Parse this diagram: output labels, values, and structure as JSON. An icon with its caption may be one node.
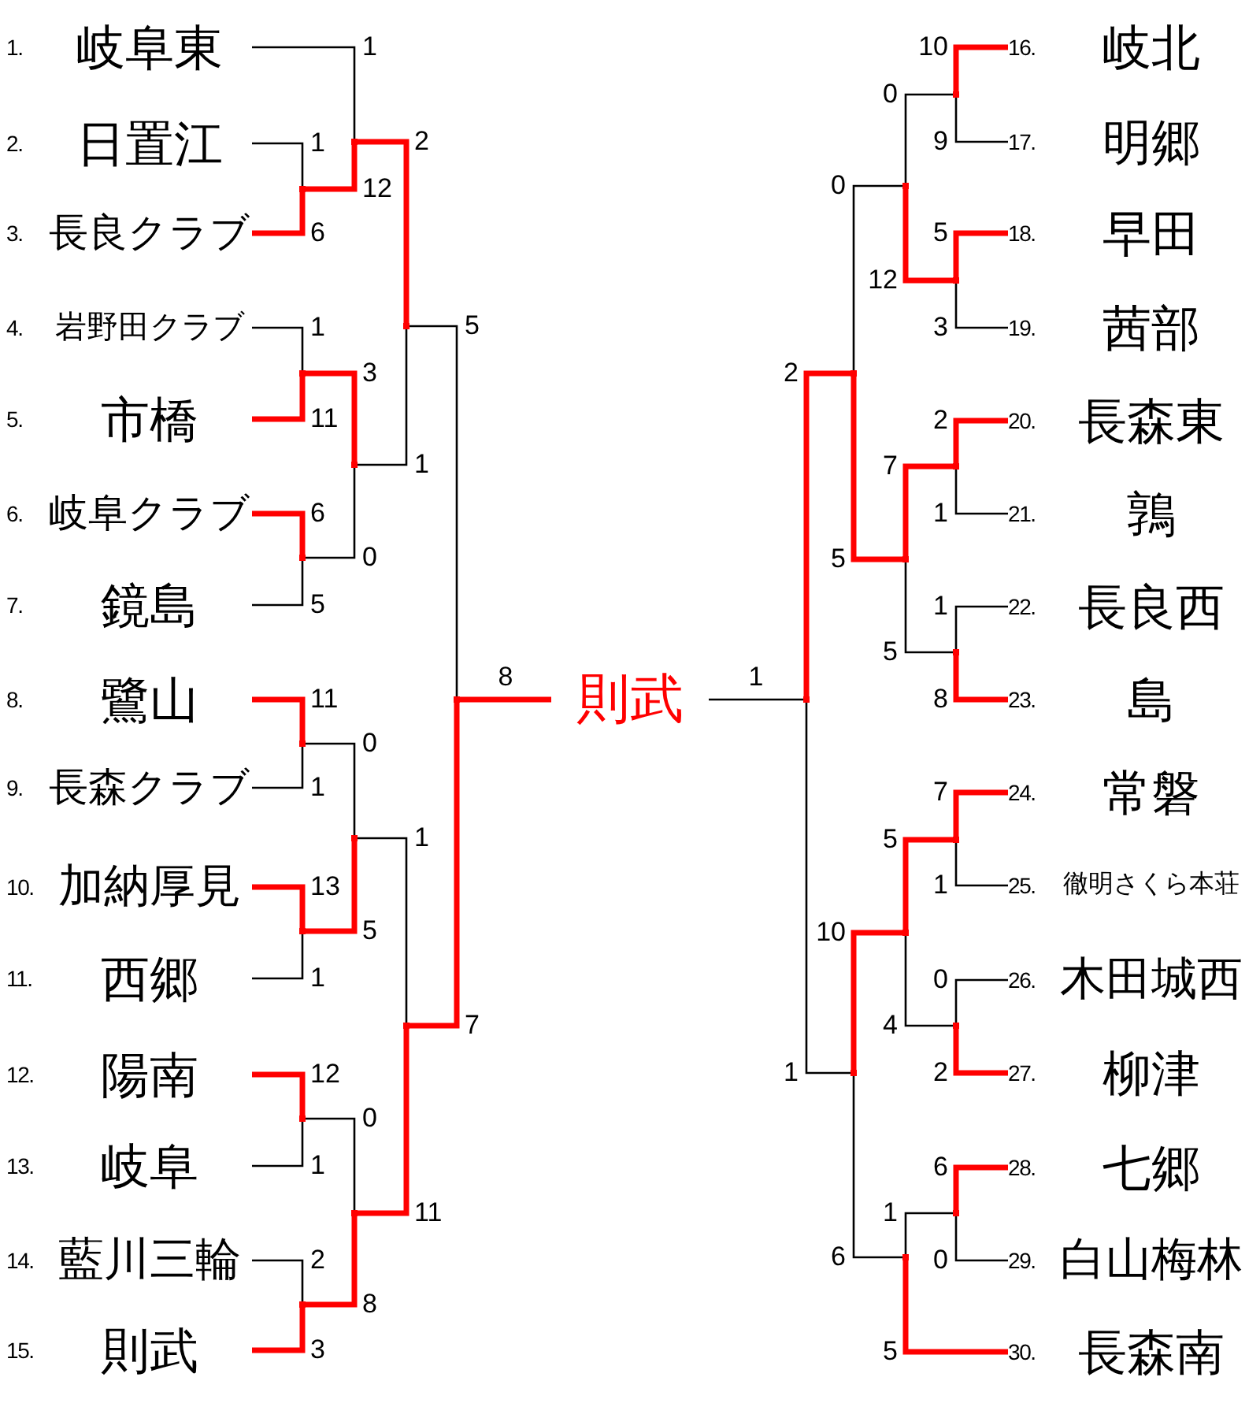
{
  "diagram": {
    "nodes": [
      {
        "text": [
          "1.",
          "岐阜東"
        ]
      },
      {
        "text": [
          "2.",
          "日置江"
        ]
      },
      {
        "text": [
          "3.",
          "長良クラブ"
        ]
      },
      {
        "text": [
          "4.",
          "岩野田クラブ"
        ]
      },
      {
        "text": [
          "5.",
          "市橋"
        ]
      },
      {
        "text": [
          "6.",
          "岐阜クラブ"
        ]
      },
      {
        "text": [
          "7.",
          "鏡島"
        ]
      },
      {
        "text": [
          "8.",
          "鷺山"
        ]
      },
      {
        "text": [
          "9.",
          "長森クラブ"
        ]
      },
      {
        "text": [
          "10.",
          "加納厚見"
        ]
      },
      {
        "text": [
          "11.",
          "西郷"
        ]
      },
      {
        "text": [
          "12.",
          "陽南"
        ]
      },
      {
        "text": [
          "13.",
          "岐阜"
        ]
      },
      {
        "text": [
          "14.",
          "藍川三輪"
        ]
      },
      {
        "text": [
          "15.",
          "則武"
        ]
      },
      {
        "text": [
          "16.",
          "岐北"
        ]
      },
      {
        "text": [
          "17.",
          "明郷"
        ]
      },
      {
        "text": [
          "18.",
          "早田"
        ]
      },
      {
        "text": [
          "19.",
          "茜部"
        ]
      },
      {
        "text": [
          "20.",
          "長森東"
        ]
      },
      {
        "text": [
          "21.",
          "鶉"
        ]
      },
      {
        "text": [
          "22.",
          "長良西"
        ]
      },
      {
        "text": [
          "23.",
          "島"
        ]
      },
      {
        "text": [
          "24.",
          "常磐"
        ]
      },
      {
        "text": [
          "25.",
          "徹明さくら本荘"
        ]
      },
      {
        "text": [
          "26.",
          "木田城西"
        ]
      },
      {
        "text": [
          "27.",
          "柳津"
        ]
      },
      {
        "text": [
          "28.",
          "七郷"
        ]
      },
      {
        "text": [
          "29.",
          "白山梅林"
        ]
      },
      {
        "text": [
          "30.",
          "長森南"
        ]
      },
      {
        "text": [
          "則武"
        ]
      },
      {
        "text": [],
        "shape": "dot"
      },
      {
        "text": [],
        "shape": "dot"
      },
      {
        "text": [],
        "shape": "dot"
      },
      {
        "text": [],
        "shape": "dot"
      },
      {
        "text": [],
        "shape": "dot"
      },
      {
        "text": [],
        "shape": "dot"
      },
      {
        "text": [],
        "shape": "dot"
      },
      {
        "text": [],
        "shape": "dot"
      },
      {
        "text": [],
        "shape": "dot"
      },
      {
        "text": [],
        "shape": "dot"
      },
      {
        "text": [],
        "shape": "dot"
      },
      {
        "text": [],
        "shape": "dot"
      },
      {
        "text": [],
        "shape": "dot"
      },
      {
        "text": [],
        "shape": "dot"
      },
      {
        "text": [],
        "shape": "dot"
      },
      {
        "text": [],
        "shape": "dot"
      },
      {
        "text": [],
        "shape": "dot"
      },
      {
        "text": [],
        "shape": "dot"
      },
      {
        "text": [],
        "shape": "dot"
      },
      {
        "text": [],
        "shape": "dot"
      },
      {
        "text": [],
        "shape": "dot"
      },
      {
        "text": [],
        "shape": "dot"
      },
      {
        "text": [],
        "shape": "dot"
      },
      {
        "text": [],
        "shape": "dot"
      },
      {
        "text": [],
        "shape": "dot"
      },
      {
        "text": [],
        "shape": "dot"
      },
      {
        "text": [],
        "shape": "dot"
      },
      {
        "text": [],
        "shape": "dot"
      }
    ],
    "edges": [
      {
        "from": 1,
        "to": 31,
        "arrow": "none",
        "label": "1"
      },
      {
        "from": 2,
        "to": 31,
        "arrow": "none",
        "label": "6",
        "style": "thick",
        "color": "#ff0000"
      },
      {
        "from": 0,
        "to": 32,
        "arrow": "none",
        "label": "1"
      },
      {
        "from": 31,
        "to": 32,
        "arrow": "none",
        "label": "12",
        "style": "thick",
        "color": "#ff0000"
      },
      {
        "from": 3,
        "to": 33,
        "arrow": "none",
        "label": "1"
      },
      {
        "from": 4,
        "to": 33,
        "arrow": "none",
        "label": "11",
        "style": "thick",
        "color": "#ff0000"
      },
      {
        "from": 5,
        "to": 34,
        "arrow": "none",
        "label": "6",
        "style": "thick",
        "color": "#ff0000"
      },
      {
        "from": 6,
        "to": 34,
        "arrow": "none",
        "label": "5"
      },
      {
        "from": 33,
        "to": 35,
        "arrow": "none",
        "label": "3",
        "style": "thick",
        "color": "#ff0000"
      },
      {
        "from": 34,
        "to": 35,
        "arrow": "none",
        "label": "0"
      },
      {
        "from": 32,
        "to": 36,
        "arrow": "none",
        "label": "2",
        "style": "thick",
        "color": "#ff0000"
      },
      {
        "from": 35,
        "to": 36,
        "arrow": "none",
        "label": "1"
      },
      {
        "from": 7,
        "to": 37,
        "arrow": "none",
        "label": "11",
        "style": "thick",
        "color": "#ff0000"
      },
      {
        "from": 8,
        "to": 37,
        "arrow": "none",
        "label": "1"
      },
      {
        "from": 9,
        "to": 38,
        "arrow": "none",
        "label": "13",
        "style": "thick",
        "color": "#ff0000"
      },
      {
        "from": 10,
        "to": 38,
        "arrow": "none",
        "label": "1"
      },
      {
        "from": 37,
        "to": 39,
        "arrow": "none",
        "label": "0"
      },
      {
        "from": 38,
        "to": 39,
        "arrow": "none",
        "label": "5",
        "style": "thick",
        "color": "#ff0000"
      },
      {
        "from": 11,
        "to": 40,
        "arrow": "none",
        "label": "12",
        "style": "thick",
        "color": "#ff0000"
      },
      {
        "from": 12,
        "to": 40,
        "arrow": "none",
        "label": "1"
      },
      {
        "from": 13,
        "to": 41,
        "arrow": "none",
        "label": "2"
      },
      {
        "from": 14,
        "to": 41,
        "arrow": "none",
        "label": "3",
        "style": "thick",
        "color": "#ff0000"
      },
      {
        "from": 40,
        "to": 42,
        "arrow": "none",
        "label": "0"
      },
      {
        "from": 41,
        "to": 42,
        "arrow": "none",
        "label": "8",
        "style": "thick",
        "color": "#ff0000"
      },
      {
        "from": 39,
        "to": 43,
        "arrow": "none",
        "label": "1"
      },
      {
        "from": 42,
        "to": 43,
        "arrow": "none",
        "label": "11",
        "style": "thick",
        "color": "#ff0000"
      },
      {
        "from": 36,
        "to": 44,
        "arrow": "none",
        "label": "5"
      },
      {
        "from": 43,
        "to": 44,
        "arrow": "none",
        "label": "7",
        "style": "thick",
        "color": "#ff0000"
      },
      {
        "from": 44,
        "to": 30,
        "arrow": "none",
        "label": "8",
        "style": "thick",
        "color": "#ff0000"
      },
      {
        "from": 15,
        "to": 45,
        "arrow": "none",
        "label": "10",
        "style": "thick",
        "color": "#ff0000"
      },
      {
        "from": 16,
        "to": 45,
        "arrow": "none",
        "label": "9"
      },
      {
        "from": 17,
        "to": 46,
        "arrow": "none",
        "label": "5",
        "style": "thick",
        "color": "#ff0000"
      },
      {
        "from": 18,
        "to": 46,
        "arrow": "none",
        "label": "3"
      },
      {
        "from": 45,
        "to": 47,
        "arrow": "none",
        "label": "0"
      },
      {
        "from": 46,
        "to": 47,
        "arrow": "none",
        "label": "12",
        "style": "thick",
        "color": "#ff0000"
      },
      {
        "from": 19,
        "to": 48,
        "arrow": "none",
        "label": "2",
        "style": "thick",
        "color": "#ff0000"
      },
      {
        "from": 20,
        "to": 48,
        "arrow": "none",
        "label": "1"
      },
      {
        "from": 21,
        "to": 49,
        "arrow": "none",
        "label": "1"
      },
      {
        "from": 22,
        "to": 49,
        "arrow": "none",
        "label": "8",
        "style": "thick",
        "color": "#ff0000"
      },
      {
        "from": 48,
        "to": 50,
        "arrow": "none",
        "label": "7",
        "style": "thick",
        "color": "#ff0000"
      },
      {
        "from": 49,
        "to": 50,
        "arrow": "none",
        "label": "5"
      },
      {
        "from": 47,
        "to": 51,
        "arrow": "none",
        "label": "0"
      },
      {
        "from": 50,
        "to": 51,
        "arrow": "none",
        "label": "5",
        "style": "thick",
        "color": "#ff0000"
      },
      {
        "from": 23,
        "to": 52,
        "arrow": "none",
        "label": "7",
        "style": "thick",
        "color": "#ff0000"
      },
      {
        "from": 24,
        "to": 52,
        "arrow": "none",
        "label": "1"
      },
      {
        "from": 25,
        "to": 53,
        "arrow": "none",
        "label": "0"
      },
      {
        "from": 26,
        "to": 53,
        "arrow": "none",
        "label": "2",
        "style": "thick",
        "color": "#ff0000"
      },
      {
        "from": 52,
        "to": 54,
        "arrow": "none",
        "label": "5",
        "style": "thick",
        "color": "#ff0000"
      },
      {
        "from": 53,
        "to": 54,
        "arrow": "none",
        "label": "4"
      },
      {
        "from": 27,
        "to": 55,
        "arrow": "none",
        "label": "6",
        "style": "thick",
        "color": "#ff0000"
      },
      {
        "from": 28,
        "to": 55,
        "arrow": "none",
        "label": "0"
      },
      {
        "from": 55,
        "to": 56,
        "arrow": "none",
        "label": "1"
      },
      {
        "from": 29,
        "to": 56,
        "arrow": "none",
        "label": "5",
        "style": "thick",
        "color": "#ff0000"
      },
      {
        "from": 54,
        "to": 57,
        "arrow": "none",
        "label": "10",
        "style": "thick",
        "color": "#ff0000"
      },
      {
        "from": 56,
        "to": 57,
        "arrow": "none",
        "label": "6"
      },
      {
        "from": 51,
        "to": 58,
        "arrow": "none",
        "label": "2",
        "style": "thick",
        "color": "#ff0000"
      },
      {
        "from": 57,
        "to": 58,
        "arrow": "none",
        "label": "1"
      },
      {
        "from": 58,
        "to": 30,
        "arrow": "none",
        "label": "1"
      }
    ]
  }
}
